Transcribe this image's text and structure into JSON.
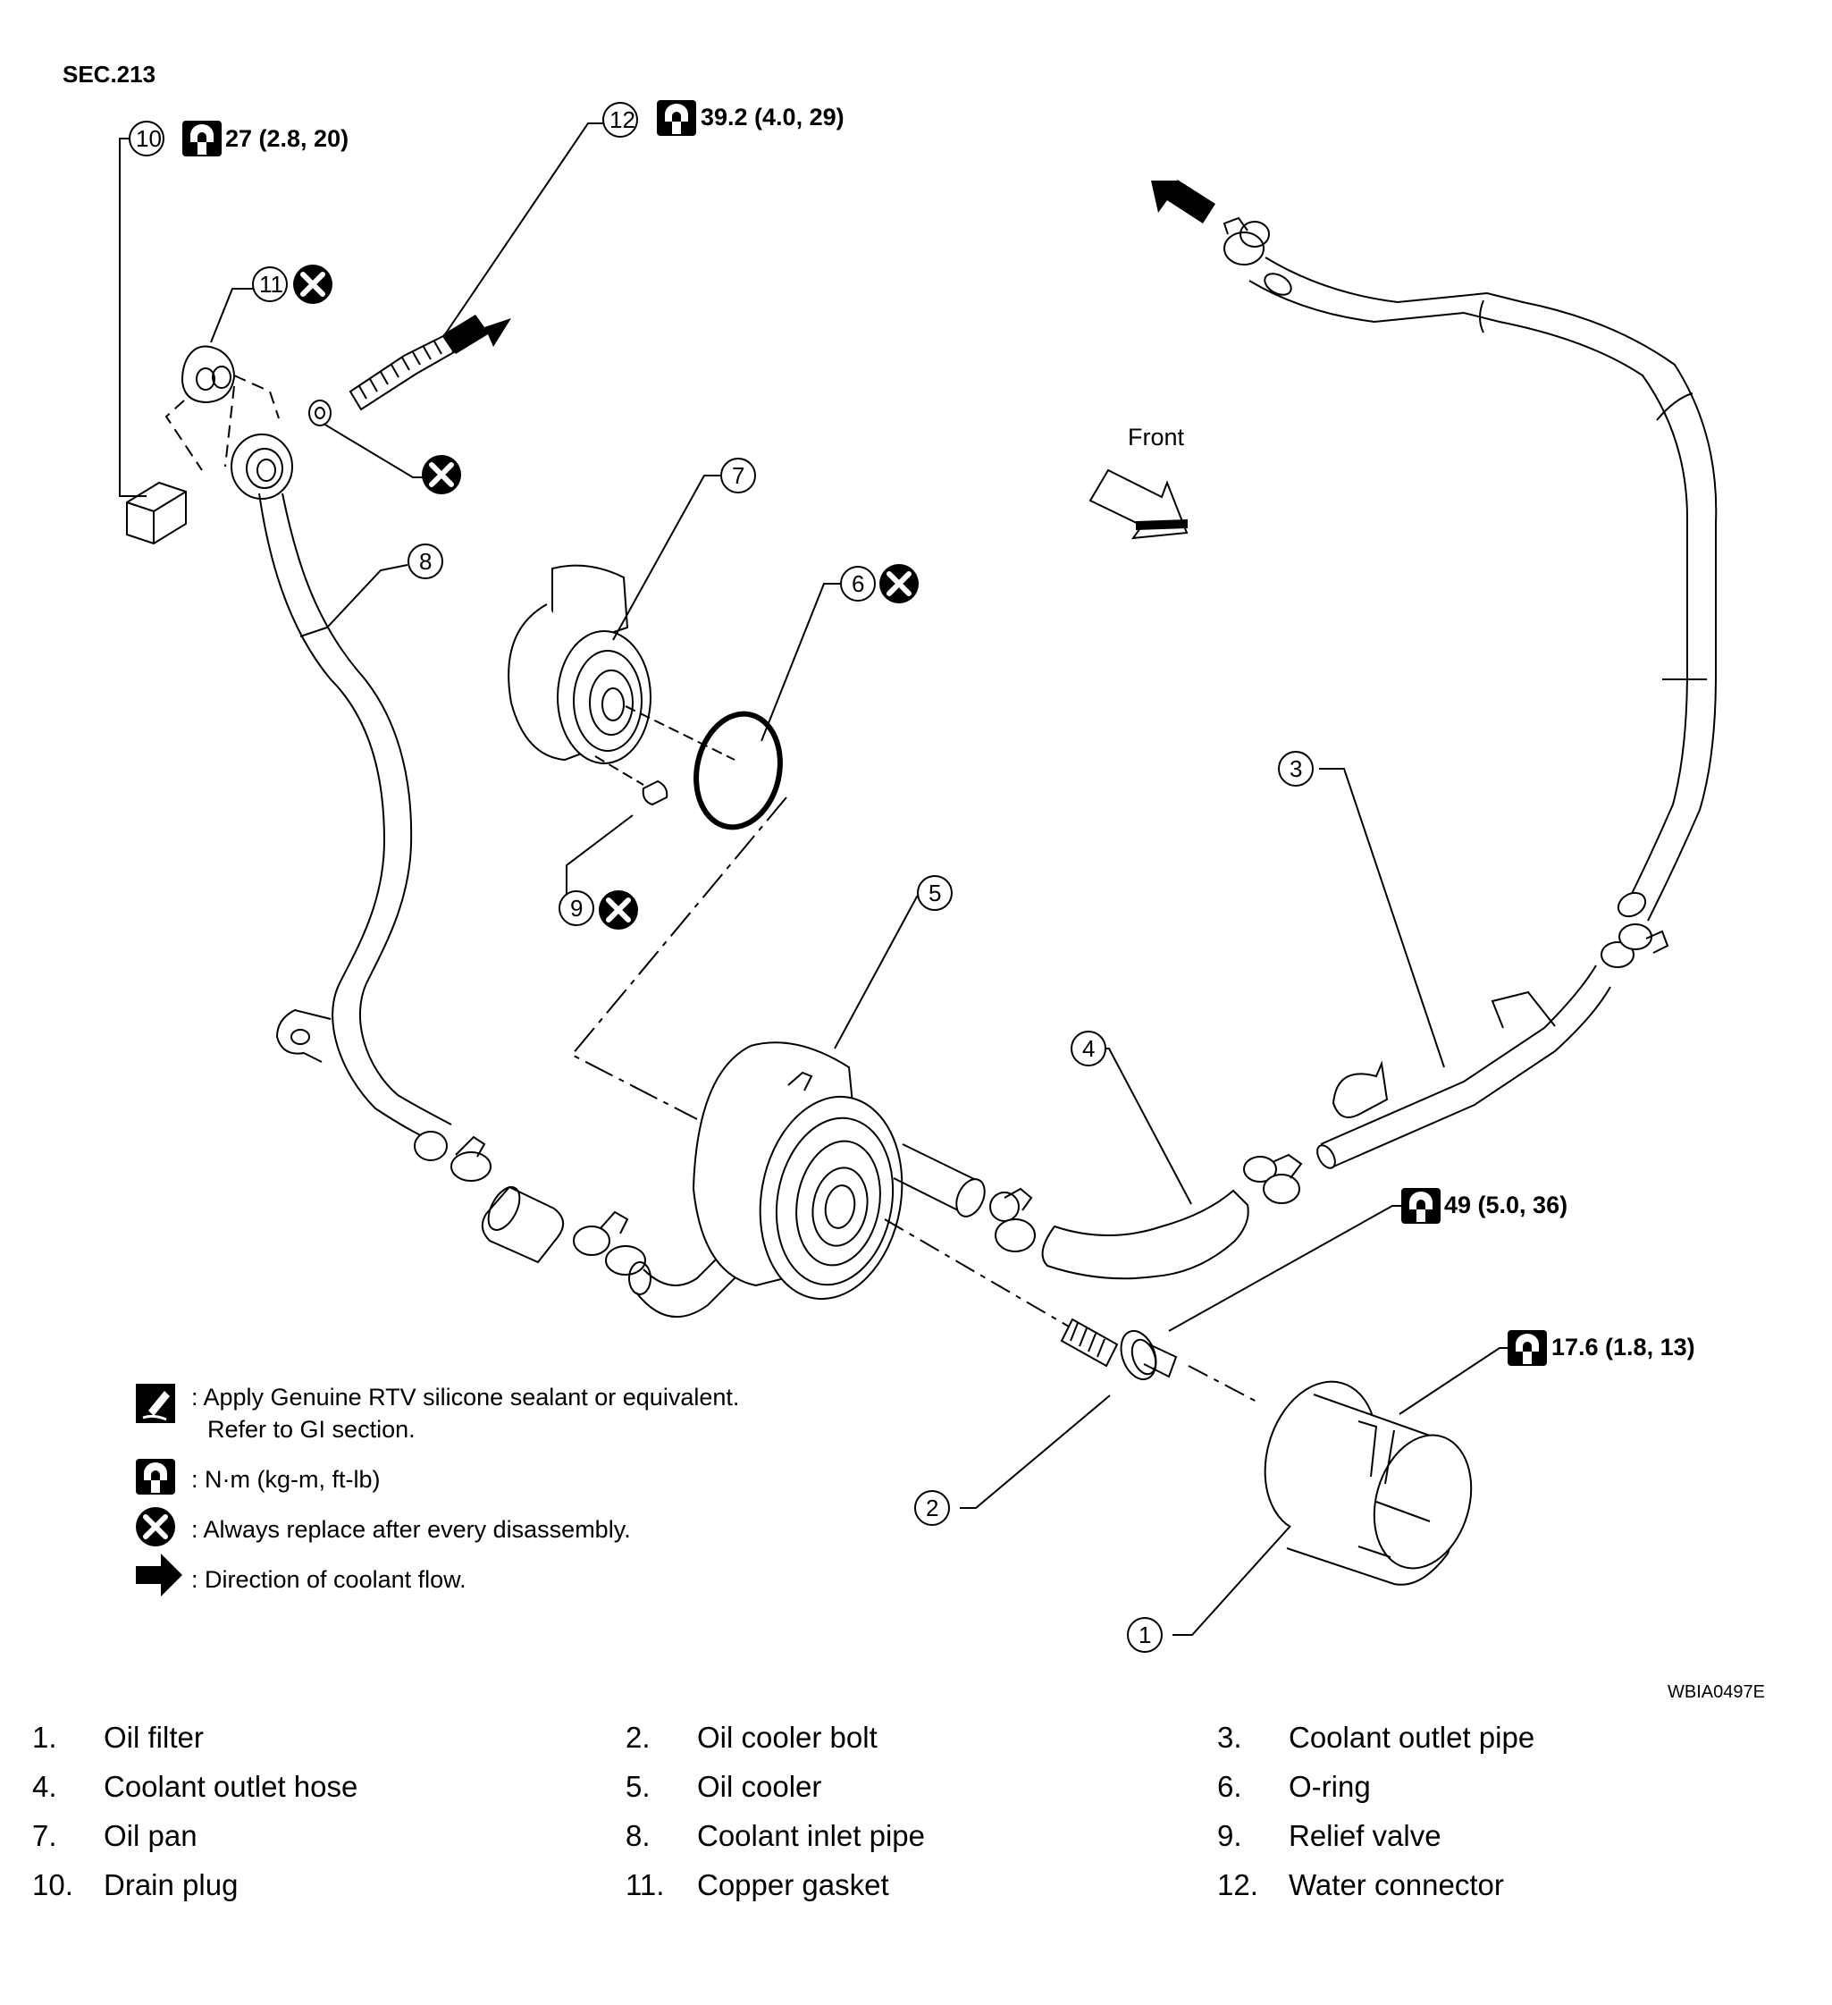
{
  "header": {
    "section": "SEC.213"
  },
  "torque_specs": {
    "drain_plug": "27 (2.8, 20)",
    "water_connector": "39.2 (4.0, 29)",
    "oil_cooler_bolt": "49 (5.0, 36)",
    "oil_filter": "17.6 (1.8, 13)"
  },
  "callouts": [
    "1",
    "2",
    "3",
    "4",
    "5",
    "6",
    "7",
    "8",
    "9",
    "10",
    "11",
    "12"
  ],
  "front_label": "Front",
  "legend": [
    {
      "icon": "sealant-icon",
      "text": ": Apply Genuine RTV silicone sealant or equivalent.",
      "text2": "Refer to GI section."
    },
    {
      "icon": "torque-wrench-icon",
      "text": ": N·m (kg-m, ft-lb)"
    },
    {
      "icon": "replace-icon",
      "text": ": Always replace after every disassembly."
    },
    {
      "icon": "flow-arrow-icon",
      "text": ": Direction of coolant flow."
    }
  ],
  "figure_code": "WBIA0497E",
  "parts": [
    {
      "num": "1.",
      "name": "Oil filter"
    },
    {
      "num": "2.",
      "name": "Oil cooler bolt"
    },
    {
      "num": "3.",
      "name": "Coolant outlet pipe"
    },
    {
      "num": "4.",
      "name": "Coolant outlet hose"
    },
    {
      "num": "5.",
      "name": "Oil cooler"
    },
    {
      "num": "6.",
      "name": "O-ring"
    },
    {
      "num": "7.",
      "name": "Oil pan"
    },
    {
      "num": "8.",
      "name": "Coolant inlet pipe"
    },
    {
      "num": "9.",
      "name": "Relief valve"
    },
    {
      "num": "10.",
      "name": "Drain plug"
    },
    {
      "num": "11.",
      "name": "Copper gasket"
    },
    {
      "num": "12.",
      "name": "Water connector"
    }
  ]
}
